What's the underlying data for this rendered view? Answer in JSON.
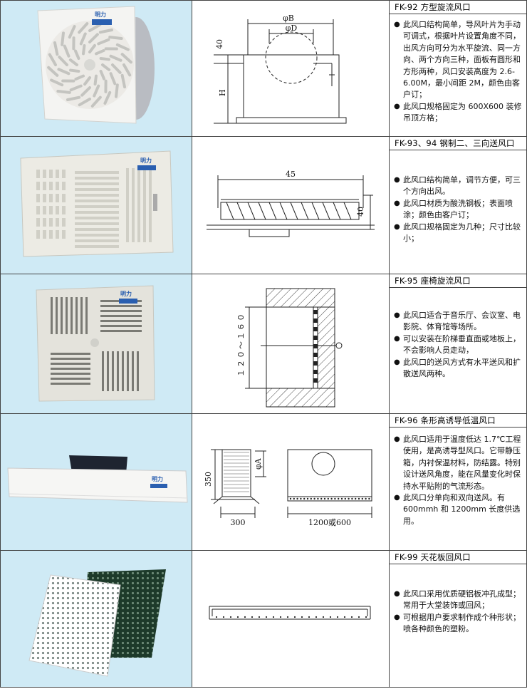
{
  "rows": [
    {
      "title": "FK-92 方型旋流风口",
      "bullets": [
        "此风口结构简单，导风叶片为手动可调式，根据叶片设置角度不同，出风方向可分为水平旋流、同一方向、两个方向三种，面板有圆形和方形两种，风口安装高度为 2.6-6.00M，最小间距 2M，颜色由客户订；",
        "此风口规格固定为 600X600 装修吊顶方格；"
      ],
      "dims": {
        "b": "φB",
        "d": "φD",
        "h40": "40",
        "h": "H"
      },
      "logo": "明力"
    },
    {
      "title": "FK-93、94 钢制二、三向送风口",
      "bullets": [
        "此风口结构简单，调节方便，可三个方向出风。",
        "此风口材质为酸洗钢板；表面喷涂；颜色由客户订；",
        "此风口规格固定为几种；尺寸比较小；"
      ],
      "dims": {
        "w": "45",
        "h": "40"
      },
      "logo": "明力"
    },
    {
      "title": "FK-95 座椅旋流风口",
      "bullets": [
        "此风口适合于音乐厅、会议室、电影院、体育馆等场所。",
        "可以安装在阶梯垂直面或地板上，不会影响人员走动，",
        "此风口的送风方式有水平送风和扩散送风两种。"
      ],
      "dims": {
        "h": "１２０～１６０"
      },
      "logo": "明力"
    },
    {
      "title": "FK-96 条形高诱导低温风口",
      "bullets": [
        "此风口适用于温度低达 1.7℃工程使用，是高诱导型风口。它带静压箱，内衬保温材料，防结露。特别设计送风角度，能在风量变化时保持水平贴附的气流形态。",
        "此风口分单向和双向送风。有 600mmh 和 1200mm 长度供选用。"
      ],
      "dims": {
        "h": "350",
        "a": "φA",
        "w1": "300",
        "w2": "1200或600"
      },
      "logo": "明力"
    },
    {
      "title": "FK-99 天花板回风口",
      "bullets": [
        "此风口采用优质硬铝板冲孔成型；常用于大堂装饰或回风；",
        "可根据用户要求制作成个种形状；喷各种颜色的塑粉。"
      ]
    }
  ]
}
